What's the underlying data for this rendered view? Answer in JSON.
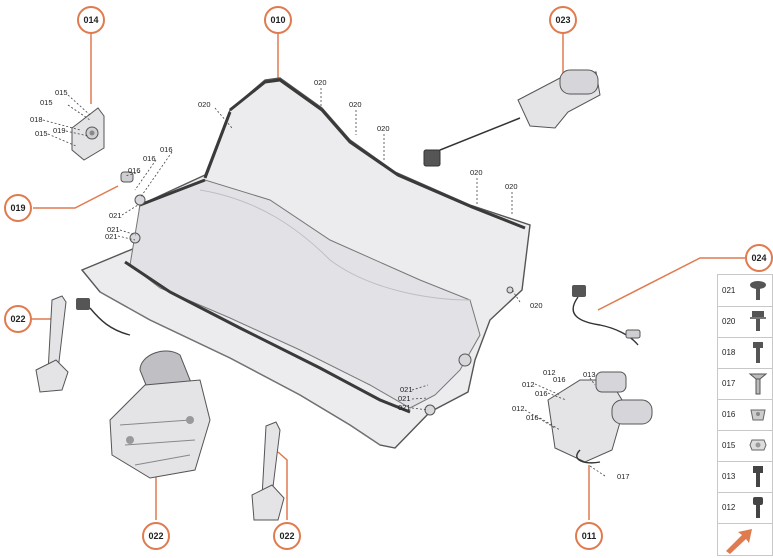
{
  "colors": {
    "callout_stroke": "#e07a4f",
    "leader": "#e07a4f",
    "part_fill": "#ececef",
    "part_stroke": "#555555",
    "seal": "#3a3a3a",
    "arrow": "#e07a4f"
  },
  "callouts": {
    "c010": "010",
    "c014": "014",
    "c023": "023",
    "c019": "019",
    "c024": "024",
    "c022a": "022",
    "c022b": "022",
    "c022c": "022",
    "c011": "011"
  },
  "labels": {
    "l020_1": "020",
    "l020_2": "020",
    "l020_3": "020",
    "l020_4": "020",
    "l020_5": "020",
    "l020_6": "020",
    "l020_7": "020",
    "l015_1": "015",
    "l015_2": "015",
    "l018": "018",
    "l019": "019",
    "l015_3": "015",
    "l016_1": "016",
    "l016_2": "016",
    "l016_3": "016",
    "l021_1": "021",
    "l021_2": "021",
    "l021_3": "021",
    "l021_4": "021",
    "l021_5": "021",
    "l021_6": "021",
    "l012_1": "012",
    "l016_4": "016",
    "l013": "013",
    "l012_2": "012",
    "l016_5": "016",
    "l012_3": "012",
    "l016_6": "016",
    "l017": "017"
  },
  "legend": [
    {
      "code": "021",
      "icon": "button-head-screw-icon"
    },
    {
      "code": "020",
      "icon": "flange-bolt-icon"
    },
    {
      "code": "018",
      "icon": "hex-bolt-icon"
    },
    {
      "code": "017",
      "icon": "countersunk-screw-icon"
    },
    {
      "code": "016",
      "icon": "clip-nut-icon"
    },
    {
      "code": "015",
      "icon": "hex-nut-icon"
    },
    {
      "code": "013",
      "icon": "hex-socket-bolt-icon"
    },
    {
      "code": "012",
      "icon": "socket-cap-screw-icon"
    }
  ]
}
